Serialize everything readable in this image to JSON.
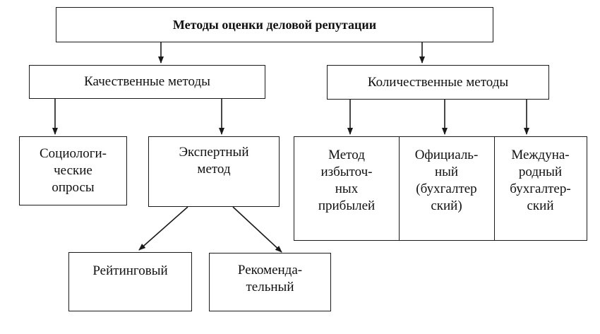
{
  "title": "Методы оценки деловой репутации",
  "qualitative": {
    "label": "Качественные методы",
    "children": [
      "Социологи-\nческие\nопросы",
      "Экспертный\nметод"
    ],
    "expert_children": [
      "Рейтинговый",
      "Рекоменда-\nтельный"
    ]
  },
  "quantitative": {
    "label": "Количественные методы",
    "children": [
      "Метод\nизбыточ-\nных\nприбылей",
      "Официаль-\nный\n(бухгалтер\nский)",
      "Междуна-\nродный\nбухгалтер-\nский"
    ]
  }
}
